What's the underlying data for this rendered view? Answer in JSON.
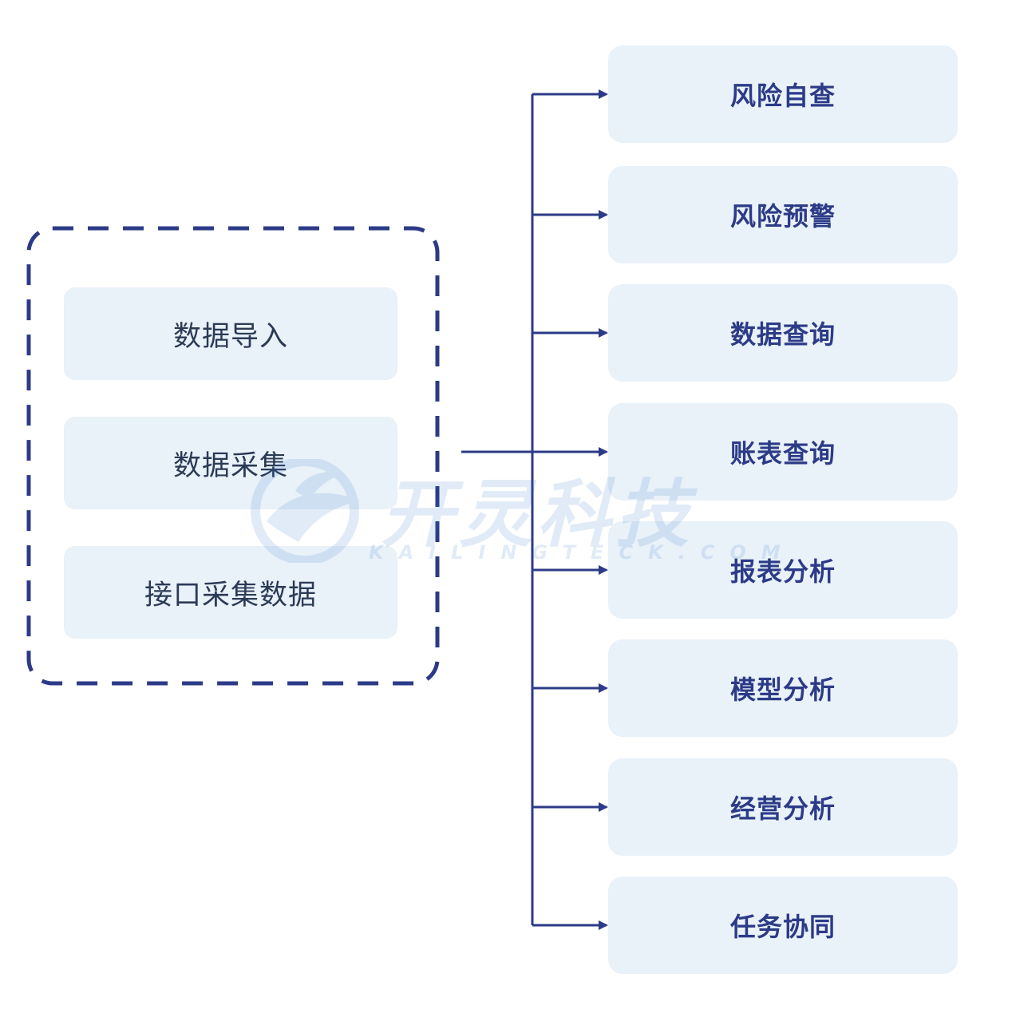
{
  "sources": [
    {
      "label": "数据导入"
    },
    {
      "label": "数据采集"
    },
    {
      "label": "接口采集数据"
    }
  ],
  "targets": [
    {
      "label": "风险自查"
    },
    {
      "label": "风险预警"
    },
    {
      "label": "数据查询"
    },
    {
      "label": "账表查询"
    },
    {
      "label": "报表分析"
    },
    {
      "label": "模型分析"
    },
    {
      "label": "经营分析"
    },
    {
      "label": "任务协同"
    }
  ],
  "watermark": {
    "brand_cn": "开灵科技",
    "brand_en": "KAILINGTECK.COM"
  },
  "colors": {
    "line": "#2c3b87",
    "dash": "#2c3b87",
    "box_fill": "#e9f1f9",
    "target_text": "#2c3b87",
    "source_text": "#2b3a55",
    "watermark": "#2f79c8"
  }
}
